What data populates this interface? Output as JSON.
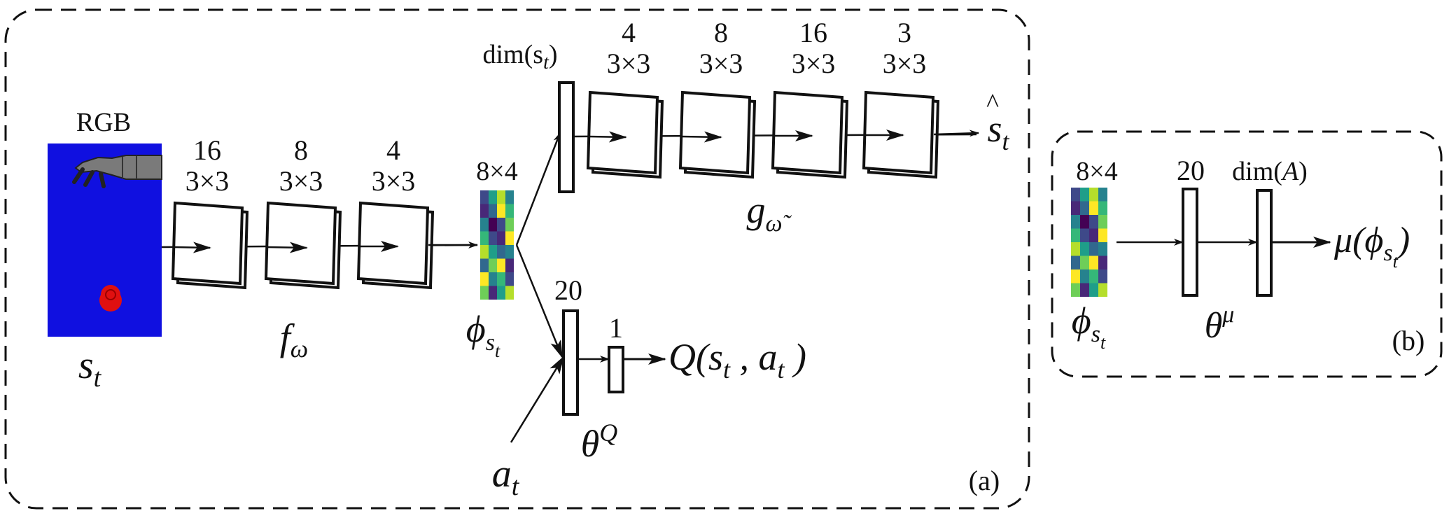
{
  "panel_a": {
    "tag": "(a)",
    "input": {
      "caption": "RGB",
      "symbol": "s",
      "subscript": "t"
    },
    "encoder": {
      "layers": [
        {
          "filters": "16",
          "kernel": "3×3"
        },
        {
          "filters": "8",
          "kernel": "3×3"
        },
        {
          "filters": "4",
          "kernel": "3×3"
        }
      ],
      "name": "f",
      "name_subscript": "ω"
    },
    "latent": {
      "size": "8×4",
      "symbol": "ϕ",
      "sub1": "s",
      "sub2": "t"
    },
    "decoder": {
      "input_label": "dim(s",
      "input_label_sub": "t",
      "input_label_close": ")",
      "layers": [
        {
          "filters": "4",
          "kernel": "3×3"
        },
        {
          "filters": "8",
          "kernel": "3×3"
        },
        {
          "filters": "16",
          "kernel": "3×3"
        },
        {
          "filters": "3",
          "kernel": "3×3"
        }
      ],
      "name": "g",
      "name_subscript": "ω̃",
      "output": "s",
      "output_hat": "^",
      "output_sub": "t"
    },
    "critic": {
      "hidden": "20",
      "out": "1",
      "name": "θ",
      "name_sup": "Q",
      "action": "a",
      "action_sub": "t",
      "output_prefix": "Q(s",
      "output_sub1": "t",
      "output_mid": " , a",
      "output_sub2": "t",
      "output_suffix": " )"
    }
  },
  "panel_b": {
    "tag": "(b)",
    "latent": {
      "size": "8×4",
      "symbol": "ϕ",
      "sub1": "s",
      "sub2": "t"
    },
    "hidden": "20",
    "out_label": "dim(",
    "out_label_var": "A",
    "out_label_close": ")",
    "name": "θ",
    "name_sup": "μ",
    "output_prefix": "μ(ϕ",
    "output_sub1": "s",
    "output_sub2": "t",
    "output_suffix": ")"
  },
  "colors": {
    "viridis": [
      "#440154",
      "#482878",
      "#3e4989",
      "#31688e",
      "#26828e",
      "#1f9e89",
      "#35b779",
      "#6ece58",
      "#b5de2b",
      "#fde725"
    ],
    "image_bg": "#1010e0",
    "target": "#e01010"
  }
}
